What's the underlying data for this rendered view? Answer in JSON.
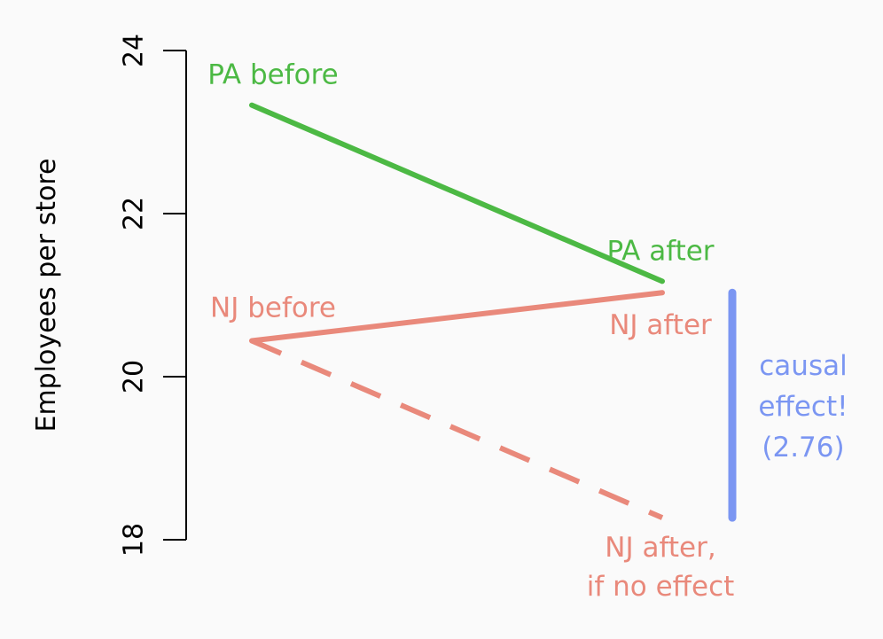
{
  "chart_data": {
    "type": "line",
    "title": "",
    "xlabel": "",
    "ylabel": "Employees per store",
    "ylim": [
      18,
      24
    ],
    "yticks": [
      18,
      20,
      22,
      24
    ],
    "x": [
      "before",
      "after"
    ],
    "grid": false,
    "series": [
      {
        "id": "pa",
        "values": [
          23.33,
          21.17
        ],
        "color": "#4cb944",
        "style": "solid",
        "start_label": "PA before",
        "end_label": "PA after"
      },
      {
        "id": "nj",
        "values": [
          20.44,
          21.03
        ],
        "color": "#e9897b",
        "style": "solid",
        "start_label": "NJ before",
        "end_label": "NJ after"
      },
      {
        "id": "nj_cf",
        "values": [
          20.44,
          18.27
        ],
        "color": "#e9897b",
        "style": "dashed",
        "end_label_lines": [
          "NJ after,",
          "if no effect"
        ]
      }
    ],
    "effect": {
      "from": 18.27,
      "to": 21.03,
      "color": "#7b96f2",
      "label_lines": [
        "causal",
        "effect!",
        "(2.76)"
      ]
    }
  }
}
